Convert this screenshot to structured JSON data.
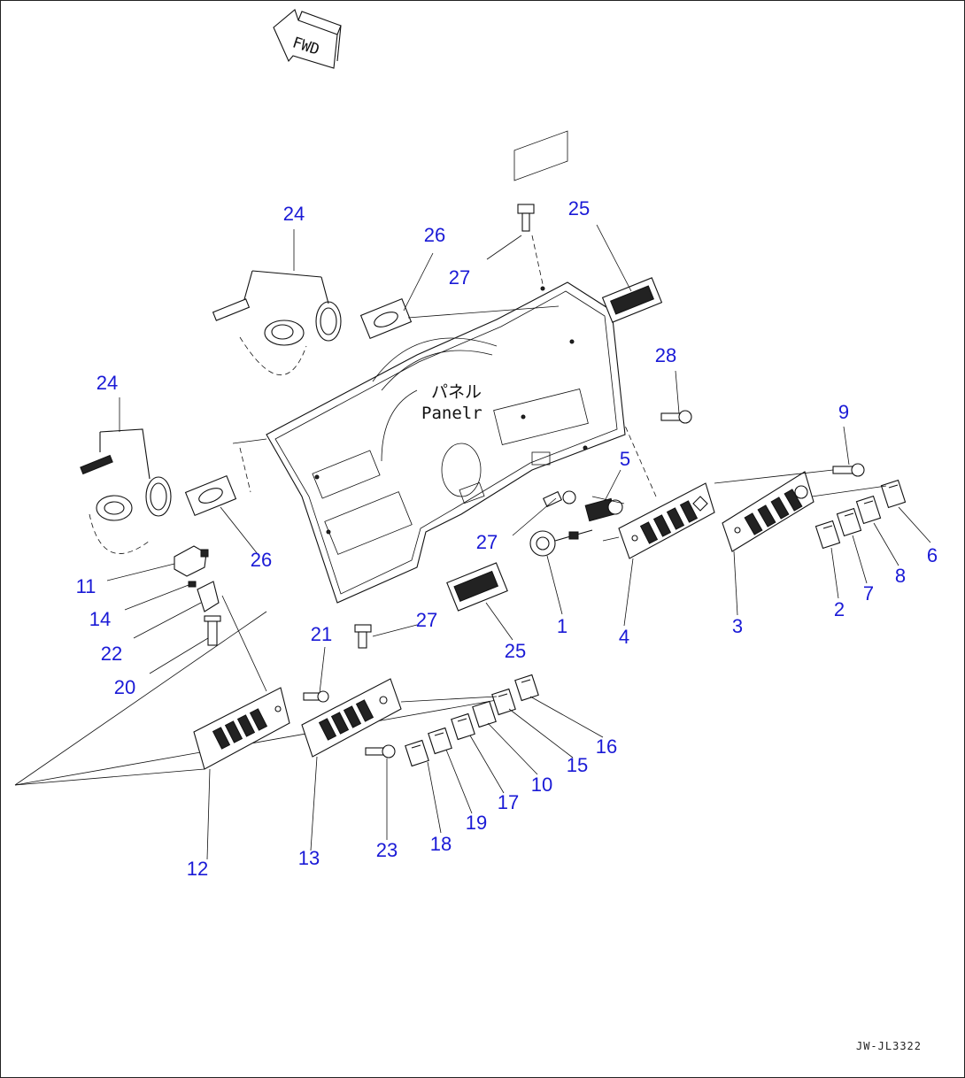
{
  "direction": {
    "label": "FWD"
  },
  "panel": {
    "label_jp": "パネル",
    "label_en": "Panelr"
  },
  "drawing_id": "JW-JL3322",
  "parts": [
    {
      "id": "p1",
      "label": "1"
    },
    {
      "id": "p2",
      "label": "2"
    },
    {
      "id": "p3",
      "label": "3"
    },
    {
      "id": "p4",
      "label": "4"
    },
    {
      "id": "p5",
      "label": "5"
    },
    {
      "id": "p6",
      "label": "6"
    },
    {
      "id": "p7",
      "label": "7"
    },
    {
      "id": "p8",
      "label": "8"
    },
    {
      "id": "p9",
      "label": "9"
    },
    {
      "id": "p10",
      "label": "10"
    },
    {
      "id": "p11",
      "label": "11"
    },
    {
      "id": "p12",
      "label": "12"
    },
    {
      "id": "p13",
      "label": "13"
    },
    {
      "id": "p14",
      "label": "14"
    },
    {
      "id": "p15",
      "label": "15"
    },
    {
      "id": "p16",
      "label": "16"
    },
    {
      "id": "p17",
      "label": "17"
    },
    {
      "id": "p18",
      "label": "18"
    },
    {
      "id": "p19",
      "label": "19"
    },
    {
      "id": "p20",
      "label": "20"
    },
    {
      "id": "p21",
      "label": "21"
    },
    {
      "id": "p22",
      "label": "22"
    },
    {
      "id": "p23",
      "label": "23"
    },
    {
      "id": "p24a",
      "label": "24"
    },
    {
      "id": "p24b",
      "label": "24"
    },
    {
      "id": "p25a",
      "label": "25"
    },
    {
      "id": "p25b",
      "label": "25"
    },
    {
      "id": "p26a",
      "label": "26"
    },
    {
      "id": "p26b",
      "label": "26"
    },
    {
      "id": "p27a",
      "label": "27"
    },
    {
      "id": "p27b",
      "label": "27"
    },
    {
      "id": "p27c",
      "label": "27"
    },
    {
      "id": "p28",
      "label": "28"
    }
  ]
}
